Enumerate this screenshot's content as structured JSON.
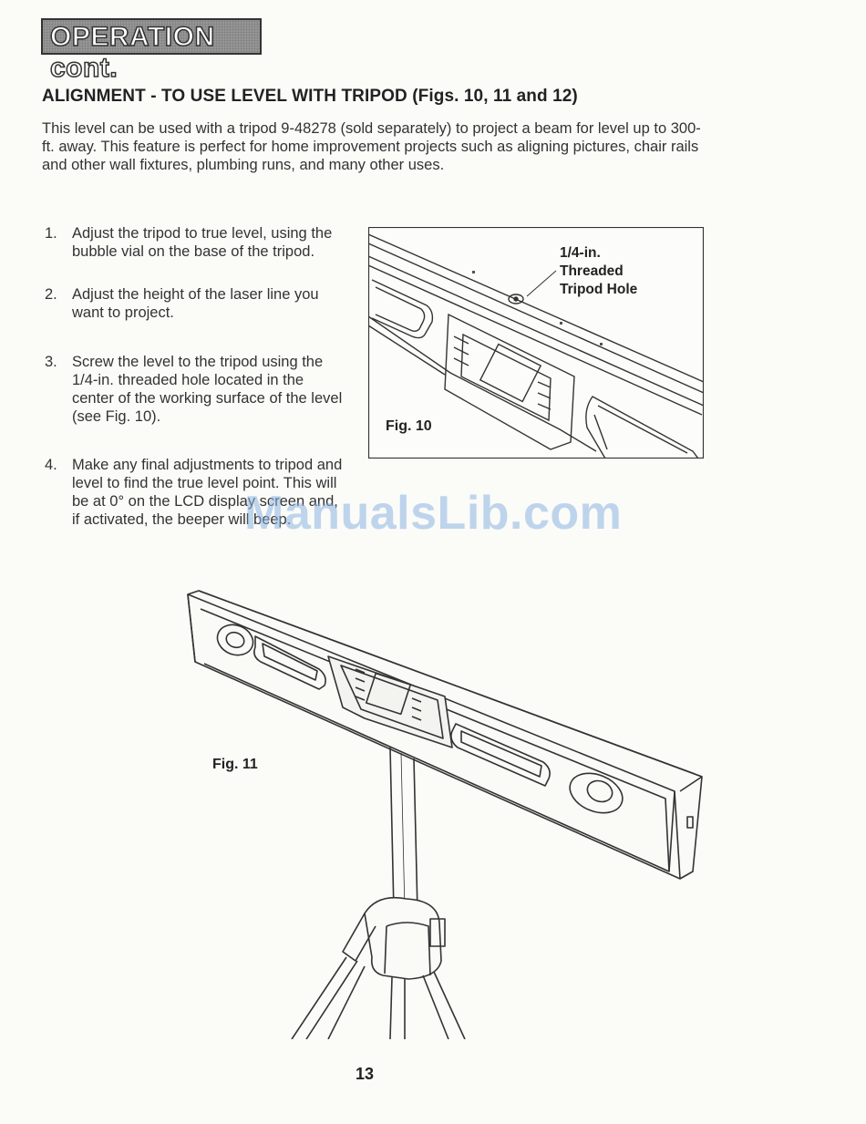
{
  "header": {
    "badge": "OPERATION cont."
  },
  "section": {
    "heading": "ALIGNMENT - TO USE LEVEL WITH TRIPOD (Figs. 10, 11 and 12)",
    "intro": "This level can be used with a tripod 9-48278 (sold separately) to project a beam for level up to 300-ft. away. This feature is perfect for home improvement projects such as aligning pictures, chair rails and other wall fixtures, plumbing runs, and many other uses."
  },
  "steps": [
    {
      "num": "1.",
      "text": "Adjust the tripod to true level, using the bubble vial on the base of the tripod."
    },
    {
      "num": "2.",
      "text": "Adjust the height of the laser line you want to project."
    },
    {
      "num": "3.",
      "text": "Screw the level to the tripod using the 1/4-in. threaded hole located in the center of the working surface of the level (see Fig. 10)."
    },
    {
      "num": "4.",
      "text": "Make any final adjustments to tripod and level to find the true level point. This will be at 0° on the LCD display screen and, if activated, the beeper will beep."
    }
  ],
  "figures": {
    "fig10": {
      "label": "Fig. 10",
      "callout": [
        "1/4-in.",
        "Threaded",
        "Tripod Hole"
      ]
    },
    "fig11": {
      "label": "Fig. 11"
    }
  },
  "watermark": "ManualsLib.com",
  "footer": {
    "page_number": "13"
  }
}
